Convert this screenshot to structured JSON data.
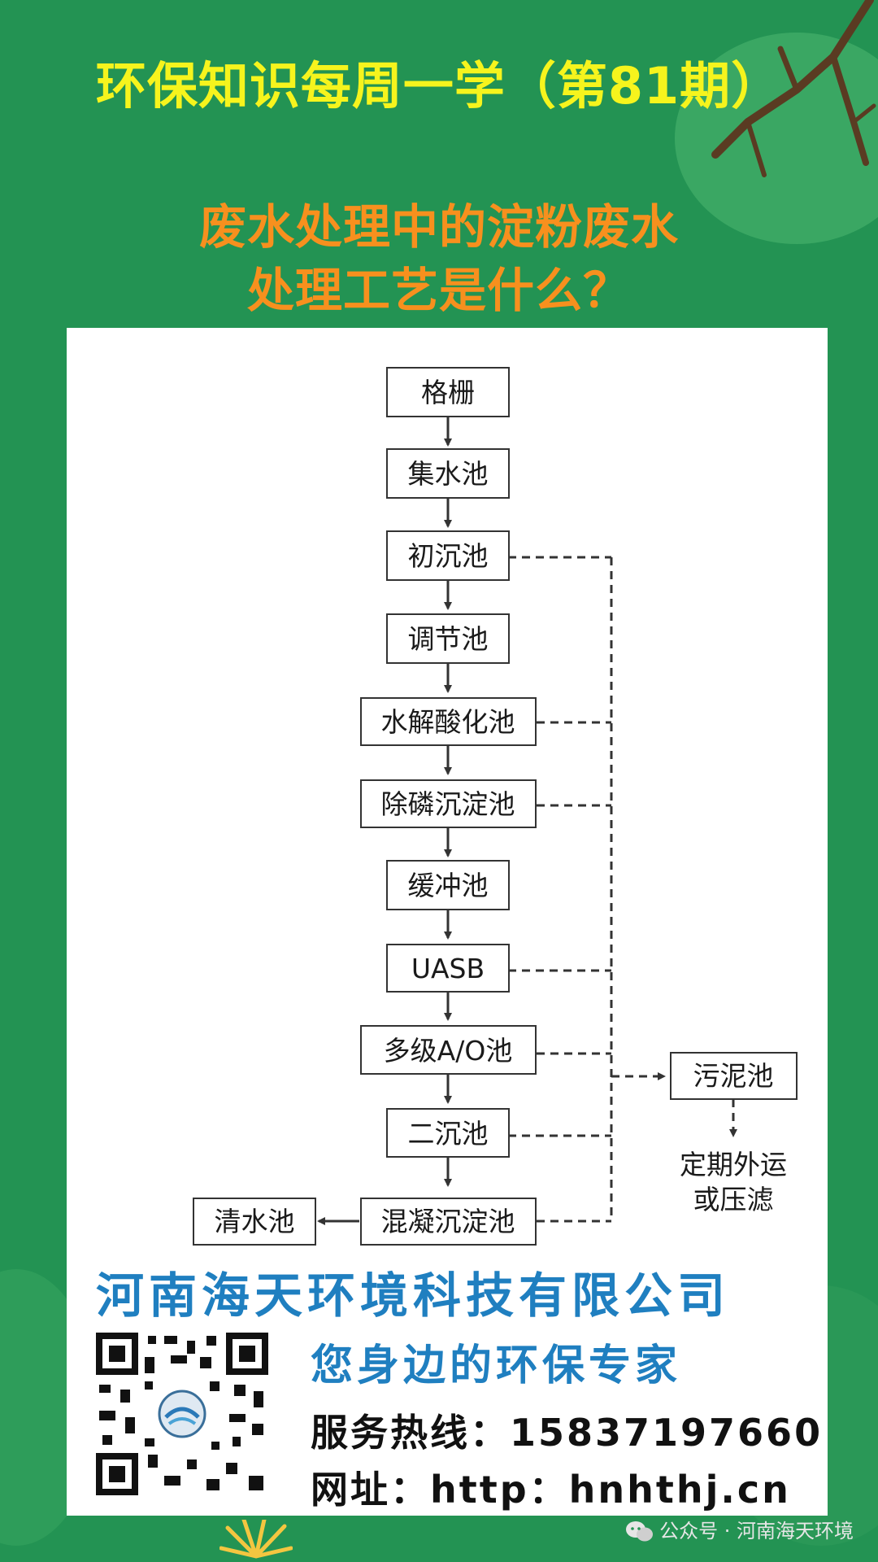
{
  "header": {
    "title": "环保知识每周一学（第81期）",
    "question_line1": "废水处理中的淀粉废水",
    "question_line2": "处理工艺是什么？"
  },
  "flowchart": {
    "main_steps": [
      "格栅",
      "集水池",
      "初沉池",
      "调节池",
      "水解酸化池",
      "除磷沉淀池",
      "缓冲池",
      "UASB",
      "多级A/O池",
      "二沉池",
      "混凝沉淀池"
    ],
    "clear_water_tank": "清水池",
    "sludge_tank": "污泥池",
    "sludge_disposal_line1": "定期外运",
    "sludge_disposal_line2": "或压滤",
    "sludge_sources": [
      "初沉池",
      "水解酸化池",
      "除磷沉淀池",
      "UASB",
      "多级A/O池",
      "二沉池",
      "混凝沉淀池"
    ]
  },
  "footer": {
    "company": "河南海天环境科技有限公司",
    "slogan": "您身边的环保专家",
    "hotline": "服务热线：15837197660",
    "website": "网址：http：hnhthj.cn"
  },
  "watermark": "公众号 · 河南海天环境",
  "icons": [
    "wechat-icon",
    "qr-code",
    "tree-branch",
    "leaf-cluster"
  ],
  "colors": {
    "background": "#239353",
    "title": "#f6f41d",
    "question": "#f7901e",
    "company": "#1f7fc0"
  }
}
